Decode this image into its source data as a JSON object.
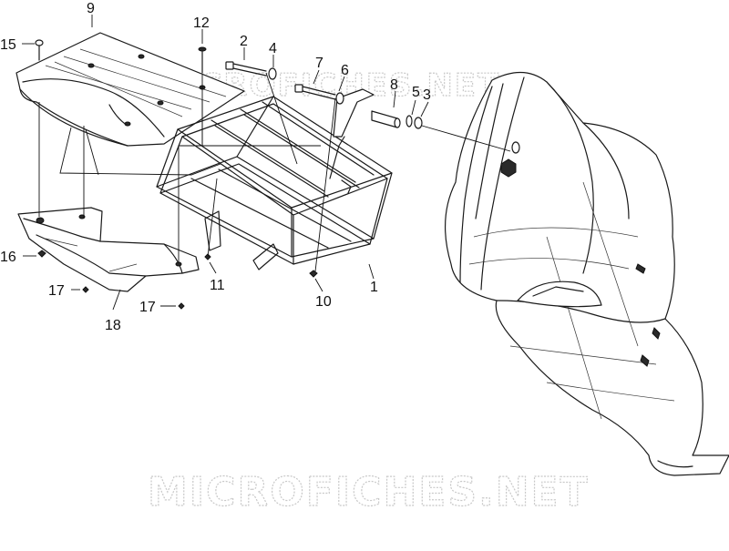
{
  "watermarks": {
    "top": "MICROFICHES.NET",
    "bottom": "MICROFICHES.NET"
  },
  "callouts": {
    "c1": "1",
    "c2": "2",
    "c3": "3",
    "c4": "4",
    "c5": "5",
    "c6": "6",
    "c7": "7",
    "c8": "8",
    "c9": "9",
    "c10": "10",
    "c11": "11",
    "c12": "12",
    "c15": "15",
    "c16": "16",
    "c17a": "17",
    "c17b": "17",
    "c18": "18"
  },
  "colors": {
    "line": "#1a1a1a",
    "watermark_outline": "#c9c9c9",
    "background": "#ffffff"
  }
}
